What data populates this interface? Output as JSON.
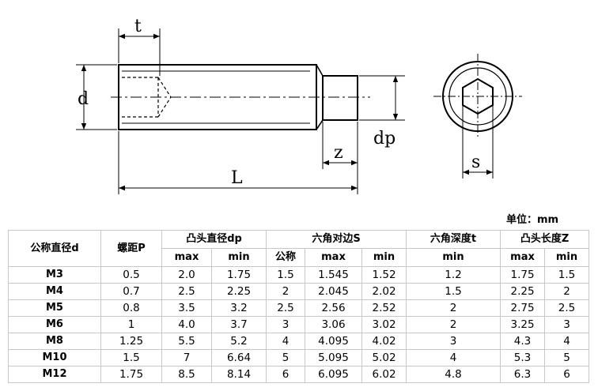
{
  "drawing": {
    "labels": {
      "t": "t",
      "d": "d",
      "L": "L",
      "z": "z",
      "dp": "dp",
      "s": "s"
    }
  },
  "unit_label": "单位：mm",
  "table": {
    "header_top": {
      "nominal_d": "公称直径d",
      "pitch": "螺距P",
      "dp": "凸头直径dp",
      "s": "六角对边S",
      "t": "六角深度t",
      "z": "凸头长度Z"
    },
    "header_sub": {
      "dp_max": "max",
      "dp_min": "min",
      "s_nominal": "公称",
      "s_max": "max",
      "s_min": "min",
      "t_min": "min",
      "z_max": "max",
      "z_min": "min"
    },
    "rows": [
      [
        "M3",
        "0.5",
        "2.0",
        "1.75",
        "1.5",
        "1.545",
        "1.52",
        "1.2",
        "1.75",
        "1.5"
      ],
      [
        "M4",
        "0.7",
        "2.5",
        "2.25",
        "2",
        "2.045",
        "2.02",
        "1.5",
        "2.25",
        "2"
      ],
      [
        "M5",
        "0.8",
        "3.5",
        "3.2",
        "2.5",
        "2.56",
        "2.52",
        "2",
        "2.75",
        "2.5"
      ],
      [
        "M6",
        "1",
        "4.0",
        "3.7",
        "3",
        "3.06",
        "3.02",
        "2",
        "3.25",
        "3"
      ],
      [
        "M8",
        "1.25",
        "5.5",
        "5.2",
        "4",
        "4.095",
        "4.02",
        "3",
        "4.3",
        "4"
      ],
      [
        "M10",
        "1.5",
        "7",
        "6.64",
        "5",
        "5.095",
        "5.02",
        "4",
        "5.3",
        "5"
      ],
      [
        "M12",
        "1.75",
        "8.5",
        "8.14",
        "6",
        "6.095",
        "6.02",
        "4.8",
        "6.3",
        "6"
      ]
    ]
  }
}
